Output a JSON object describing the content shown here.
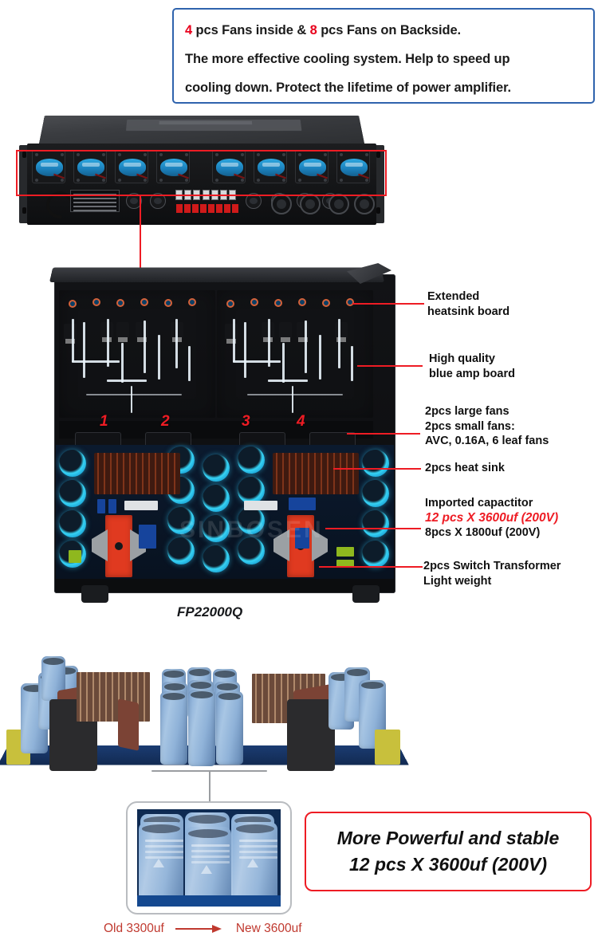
{
  "header": {
    "line1_pre": "4",
    "line1_mid": " pcs Fans inside & ",
    "line1_num2": "8",
    "line1_post": " pcs Fans on Backside.",
    "line2": "The more effective cooling system. Help to speed up",
    "line3": "cooling down. Protect the lifetime of power amplifier."
  },
  "product": {
    "model": "FP22000Q",
    "watermark": "SINBOSEN",
    "rear_fan_count": 8,
    "internal_fan_numbers": [
      "1",
      "2",
      "3",
      "4"
    ]
  },
  "annotations": [
    {
      "id": "extended-heatsink",
      "line1": "Extended",
      "line2": "heatsink board",
      "line3": "",
      "highlight": ""
    },
    {
      "id": "blue-amp-board",
      "line1": "High quality",
      "line2": "blue amp board",
      "line3": "",
      "highlight": ""
    },
    {
      "id": "fans",
      "line1": "2pcs large fans",
      "line2": "2pcs small fans:",
      "line3": "AVC, 0.16A, 6 leaf fans",
      "highlight": ""
    },
    {
      "id": "heat-sink",
      "line1": "2pcs heat sink",
      "line2": "",
      "line3": "",
      "highlight": ""
    },
    {
      "id": "capacitor",
      "line1": "Imported capactitor",
      "line2": "12 pcs X 3600uf (200V)",
      "line3": "8pcs X 1800uf (200V)",
      "highlight": "line2"
    },
    {
      "id": "transformer",
      "line1": "2pcs Switch Transformer",
      "line2": "Light weight",
      "line3": "",
      "highlight": ""
    }
  ],
  "banner": {
    "line1": "More Powerful and stable",
    "line2": "12 pcs X 3600uf (200V)"
  },
  "comparison": {
    "old": "Old 3300uf",
    "arrow": "arrow-right-icon",
    "new": "New 3600uf"
  },
  "colors": {
    "red": "#ee1c24",
    "blue_border": "#2f63ad",
    "comparison_red": "#c0392f",
    "cap_cyan": "#36d3f5",
    "board_blue": "#1f63b8"
  }
}
